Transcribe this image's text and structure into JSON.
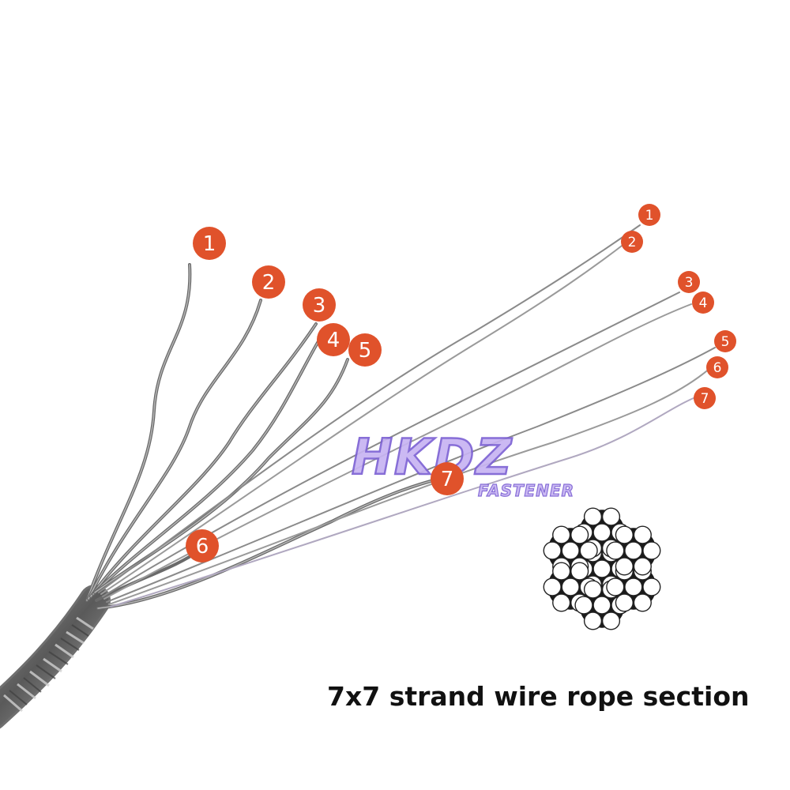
{
  "brand": {
    "name": "HKDZ",
    "tagline": "FASTENER",
    "colors": {
      "fill": "#c7b4f2",
      "outline": "#7d62d4"
    }
  },
  "caption": "7x7 strand wire rope section",
  "badge_color": "#e0522b",
  "left_strand_labels": [
    "1",
    "2",
    "3",
    "4",
    "5",
    "6",
    "7"
  ],
  "right_wire_labels": [
    "1",
    "2",
    "3",
    "4",
    "5",
    "6",
    "7"
  ],
  "cross_section": {
    "icon": "wire-rope-cross-section-icon",
    "strands": 7,
    "wires_per_strand": 7
  }
}
